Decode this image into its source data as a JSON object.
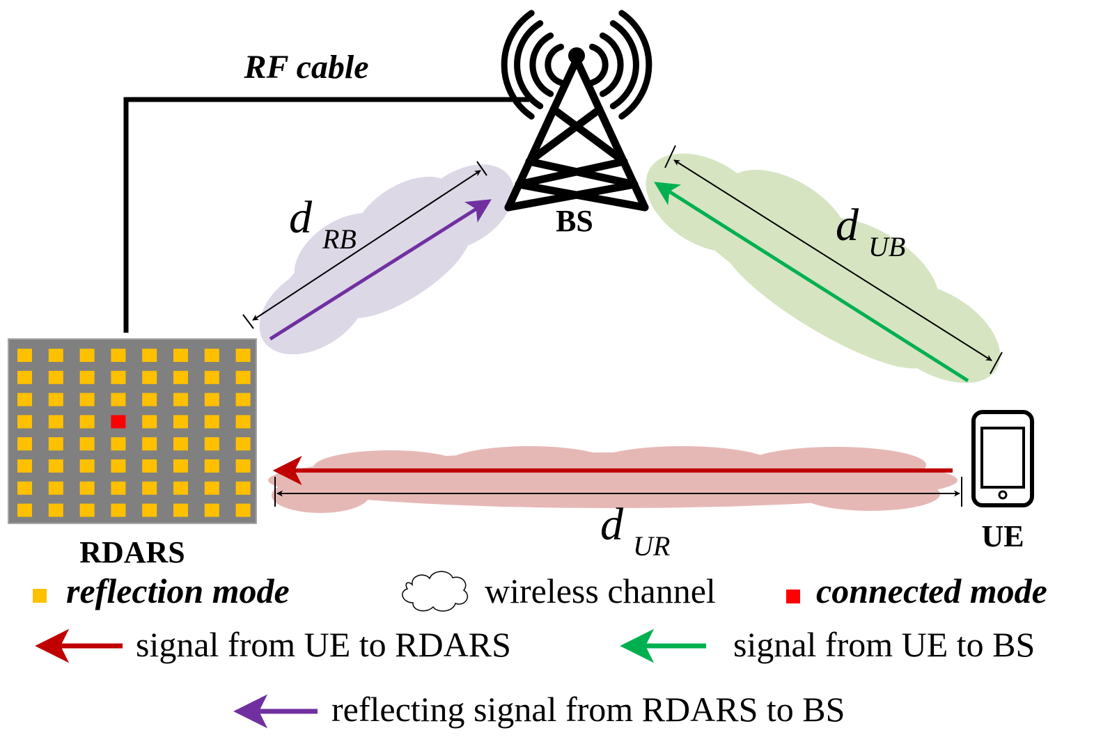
{
  "diagram": {
    "cable_label": "RF cable",
    "nodes": {
      "bs": "BS",
      "ue": "UE",
      "rdars": "RDARS"
    },
    "distances": {
      "rb": {
        "main": "d",
        "sub": "RB"
      },
      "ub": {
        "main": "d",
        "sub": "UB"
      },
      "ur": {
        "main": "d",
        "sub": "UR"
      }
    },
    "rdars_grid": {
      "rows": 8,
      "cols": 8,
      "connected_cell": {
        "row": 4,
        "col": 4
      }
    }
  },
  "legend": {
    "reflection_mode": "reflection mode",
    "wireless_channel": "wireless channel",
    "connected_mode": "connected mode",
    "signal_ue_rdars": "signal from UE to RDARS",
    "signal_ue_bs": "signal from UE to BS",
    "signal_rdars_bs": "reflecting signal from RDARS to BS"
  },
  "colors": {
    "reflection_element": "#FFC000",
    "connected_element": "#FF0000",
    "rdars_panel": "#808080",
    "cloud_rb": "#DCD8E6",
    "cloud_ub": "#D6E4C2",
    "cloud_ur": "#E6B8B5",
    "arrow_ur": "#C00000",
    "arrow_ub": "#00B050",
    "arrow_rb": "#7030A0"
  }
}
